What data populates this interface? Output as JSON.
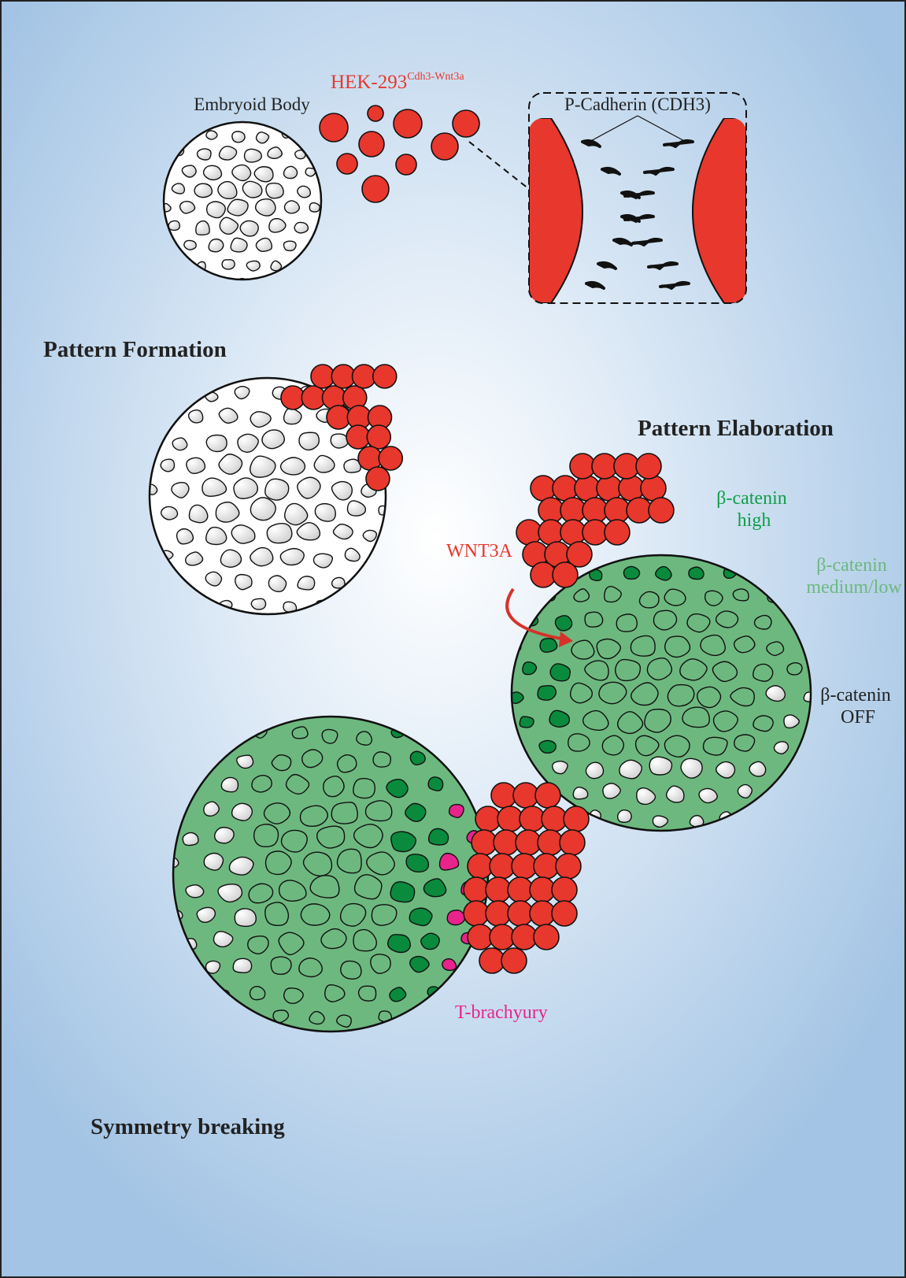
{
  "colors": {
    "background_center": "#ffffff",
    "background_edge": "#a3c4e4",
    "hek_red": "#e8372c",
    "cell_white": "#ececec",
    "beta_high": "#0a8a3c",
    "beta_medium": "#6db87f",
    "t_brachyury": "#e8238c",
    "outline": "#111111"
  },
  "top": {
    "embryoid_label": "Embryoid Body",
    "hek_label": "HEK-293",
    "hek_superscript": "Cdh3-Wnt3a",
    "cadherin_label": "P-Cadherin (CDH3)"
  },
  "sections": {
    "pattern_formation": "Pattern Formation",
    "pattern_elaboration": "Pattern Elaboration",
    "symmetry_breaking": "Symmetry breaking"
  },
  "elaboration": {
    "wnt3a": "WNT3A",
    "beta_high_line1": "β-catenin",
    "beta_high_line2": "high",
    "beta_med_line1": "β-catenin",
    "beta_med_line2": "medium/low",
    "beta_off_line1": "β-catenin",
    "beta_off_line2": "OFF"
  },
  "symmetry": {
    "t_brachyury": "T-brachyury"
  },
  "icons": [
    "embryoid-body-icon",
    "hek-cell-icon",
    "cadherin-junction-icon",
    "arrow-icon"
  ]
}
